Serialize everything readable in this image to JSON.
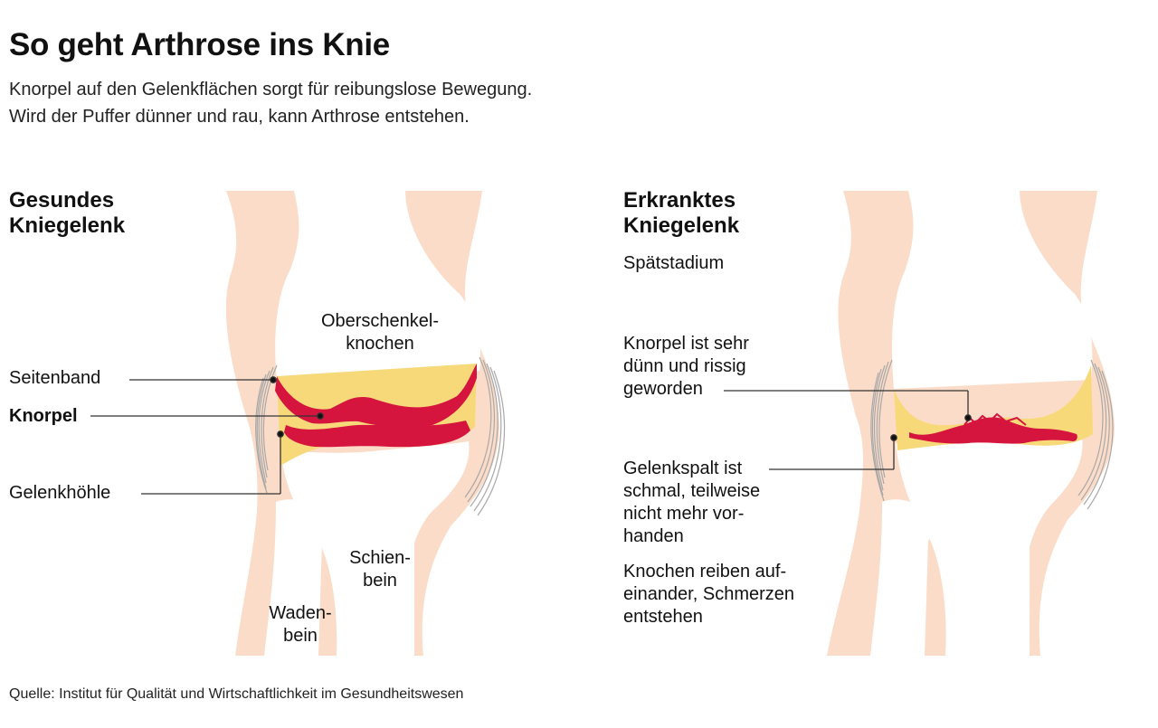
{
  "header": {
    "title": "So geht Arthrose ins Knie",
    "subtitle_line1": "Knorpel auf den Gelenkflächen sorgt für reibungslose Bewegung.",
    "subtitle_line2": "Wird der Puffer dünner und rau, kann Arthrose entstehen."
  },
  "healthy": {
    "title_line1": "Gesundes",
    "title_line2": "Kniegelenk",
    "femur_line1": "Oberschenkel-",
    "femur_line2": "knochen",
    "ligament": "Seitenband",
    "cartilage": "Knorpel",
    "cavity": "Gelenkhöhle",
    "tibia_line1": "Schien-",
    "tibia_line2": "bein",
    "fibula_line1": "Waden-",
    "fibula_line2": "bein"
  },
  "diseased": {
    "title_line1": "Erkranktes",
    "title_line2": "Kniegelenk",
    "stage": "Spätstadium",
    "cartilage_line1": "Knorpel ist sehr",
    "cartilage_line2": "dünn und rissig",
    "cartilage_line3": "geworden",
    "gap_line1": "Gelenkspalt ist",
    "gap_line2": "schmal, teilweise",
    "gap_line3": "nicht mehr vor-",
    "gap_line4": "handen",
    "bones_line1": "Knochen reiben auf-",
    "bones_line2": "einander, Schmerzen",
    "bones_line3": "entstehen"
  },
  "footer": {
    "source": "Quelle: Institut für Qualität und Wirtschaftlichkeit im Gesundheitswesen"
  },
  "colors": {
    "skin": "#fbdcc8",
    "cartilage_red": "#d6153f",
    "synovial_yellow": "#f8d97a",
    "ligament_gray": "#a8a8a8",
    "leader_line": "#333333"
  }
}
